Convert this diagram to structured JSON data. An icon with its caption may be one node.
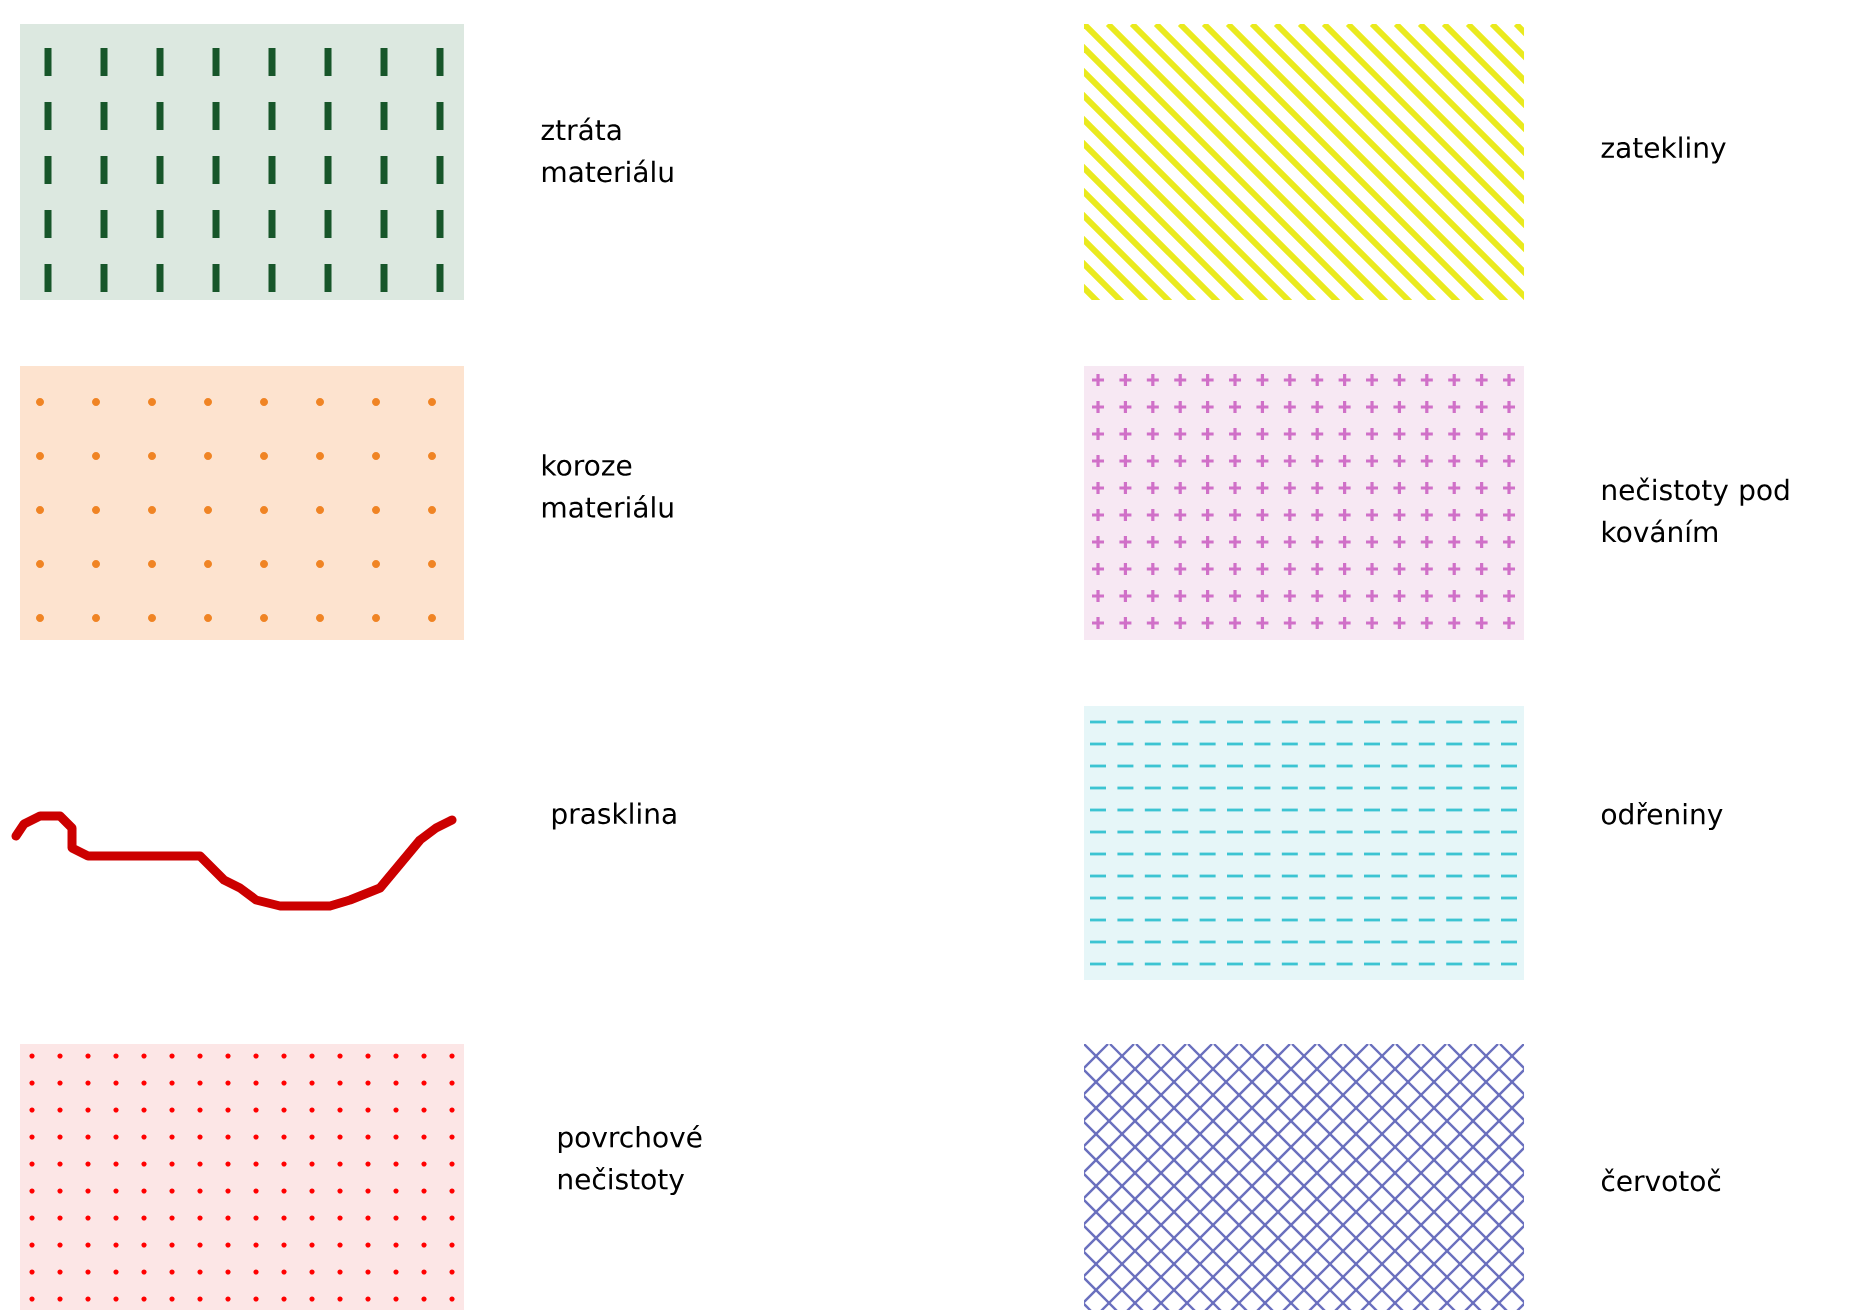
{
  "diagram": {
    "legend": [
      {
        "text": "ztráta materiálu"
      },
      {
        "text": "zatekliny"
      },
      {
        "text": "koroze materiálu"
      },
      {
        "text": "nečistoty pod kováním"
      },
      {
        "text": "prasklina"
      },
      {
        "text": "odřeniny"
      },
      {
        "text": "povrchové nečistoty"
      },
      {
        "text": "červotoč"
      }
    ]
  }
}
